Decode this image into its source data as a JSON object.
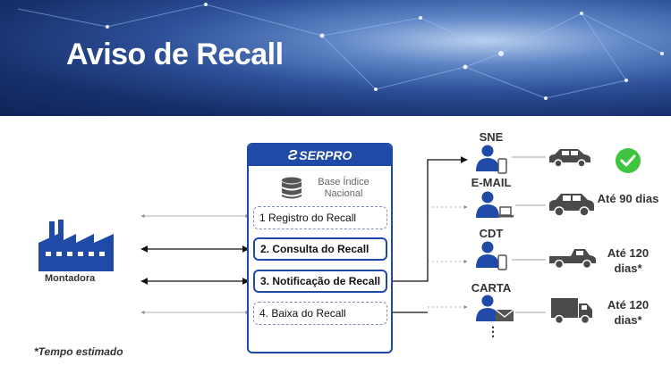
{
  "title": "Aviso de Recall",
  "factory": {
    "label": "Montadora"
  },
  "serpro": {
    "brand": "SERPRO",
    "database_label": "Base Índice Nacional",
    "steps": [
      {
        "label": "1 Registro do Recall",
        "style": "dashed"
      },
      {
        "label": "2. Consulta do Recall",
        "style": "solid"
      },
      {
        "label": "3. Notificação de Recall",
        "style": "solid"
      },
      {
        "label": "4. Baixa do Recall",
        "style": "dashed"
      }
    ]
  },
  "channels": [
    {
      "label": "SNE",
      "device": "phone",
      "vehicle": "car",
      "outcome": "check-icon"
    },
    {
      "label": "E-MAIL",
      "device": "laptop",
      "vehicle": "suv",
      "outcome_text": "Até 90 dias"
    },
    {
      "label": "CDT",
      "device": "phone",
      "vehicle": "pickup",
      "outcome_text": "Até 120 dias*"
    },
    {
      "label": "CARTA",
      "device": "envelope",
      "vehicle": "truck",
      "outcome_text": "Até 120 dias*"
    }
  ],
  "more_indicator": "⋮",
  "footnote": "*Tempo estimado",
  "colors": {
    "primary_blue": "#1f4aa8",
    "check_green": "#3ec43e",
    "icon_gray": "#555555"
  }
}
